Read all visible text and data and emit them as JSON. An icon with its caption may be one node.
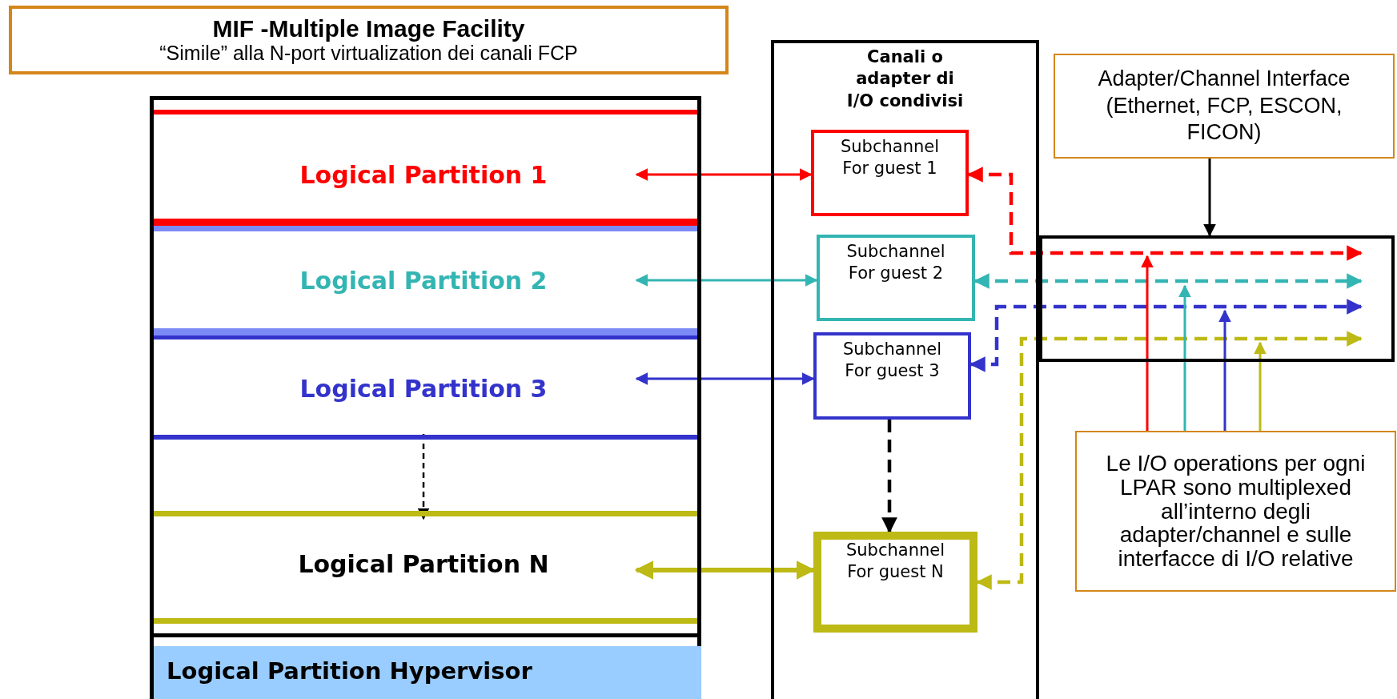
{
  "diagram": {
    "nodes": [
      {
        "text": [
          "MIF -Multiple Image Facility",
          "“Simile” alla N-port virtualization dei canali FCP"
        ]
      },
      {
        "text": [],
        "shape": "box"
      },
      {
        "text": [
          "Logical Partition 1"
        ],
        "in": 1
      },
      {
        "text": [
          "Logical Partition 2"
        ],
        "in": 1
      },
      {
        "text": [
          "Logical Partition 3"
        ],
        "in": 1
      },
      {
        "text": [
          "Logical Partition N"
        ],
        "in": 1
      },
      {
        "text": [
          "Logical Partition Hypervisor"
        ],
        "in": 1
      },
      {
        "text": [
          "Canali o adapter di I/O condivisi"
        ]
      },
      {
        "text": [
          "Subchannel For guest 1"
        ],
        "in": 7
      },
      {
        "text": [
          "Subchannel For guest 2"
        ],
        "in": 7
      },
      {
        "text": [
          "Subchannel For guest 3"
        ],
        "in": 7
      },
      {
        "text": [
          "Subchannel For guest N"
        ],
        "in": 7
      },
      {
        "text": [
          "Adapter/Channel Interface (Ethernet, FCP, ESCON, FICON)"
        ]
      },
      {
        "text": [],
        "shape": "box"
      },
      {
        "text": [
          "Le I/O operations per ogni LPAR sono multiplexed all’interno degli adapter/channel e sulle interfacce di I/O relative"
        ]
      }
    ],
    "edges": [
      {
        "from": 2,
        "to": 8,
        "arrow": "both",
        "color": "#ff0000"
      },
      {
        "from": 3,
        "to": 9,
        "arrow": "both",
        "color": "#33b5b3"
      },
      {
        "from": 4,
        "to": 10,
        "arrow": "both",
        "color": "#3333cc"
      },
      {
        "from": 5,
        "to": 11,
        "arrow": "both",
        "color": "#bdb915",
        "style": "thick"
      },
      {
        "from": 4,
        "to": 5,
        "arrow": "to",
        "color": "#000000",
        "style": "dashed"
      },
      {
        "from": 10,
        "to": 11,
        "arrow": "to",
        "color": "#000000",
        "style": "dashed"
      },
      {
        "from": 12,
        "to": 13,
        "arrow": "to",
        "color": "#000000"
      },
      {
        "from": 8,
        "to": 13,
        "arrow": "both",
        "color": "#ff0000",
        "style": "dashed"
      },
      {
        "from": 9,
        "to": 13,
        "arrow": "both",
        "color": "#33b5b3",
        "style": "dashed"
      },
      {
        "from": 10,
        "to": 13,
        "arrow": "both",
        "color": "#3333cc",
        "style": "dashed"
      },
      {
        "from": 11,
        "to": 13,
        "arrow": "both",
        "color": "#bdb915",
        "style": "dashed"
      },
      {
        "from": 14,
        "to": 13,
        "arrow": "to",
        "color": "#ff0000"
      },
      {
        "from": 14,
        "to": 13,
        "arrow": "to",
        "color": "#33b5b3"
      },
      {
        "from": 14,
        "to": 13,
        "arrow": "to",
        "color": "#3333cc"
      },
      {
        "from": 14,
        "to": 13,
        "arrow": "to",
        "color": "#bdb915"
      }
    ]
  }
}
